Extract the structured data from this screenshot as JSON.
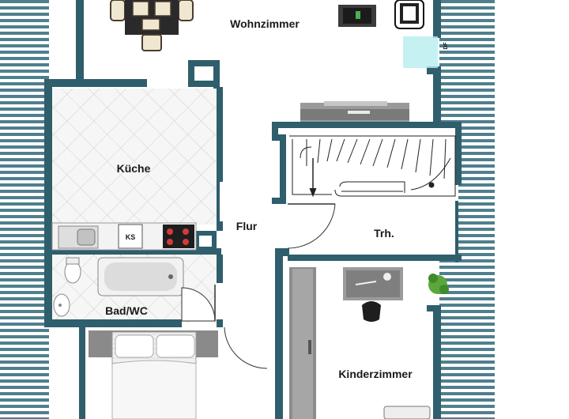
{
  "rooms": {
    "wohnzimmer": "Wohnzimmer",
    "kueche": "Küche",
    "flur": "Flur",
    "treppenhaus": "Trh.",
    "bad": "Bad/WC",
    "kinderzimmer": "Kinderzimmer"
  },
  "fixtures": {
    "fridge": "KS",
    "window_marker": "DF"
  },
  "colors": {
    "wall": "#2f5e6c",
    "floor": "#ffffff",
    "roof_slope": "#4a7a88",
    "tile_line": "#c9c9c9",
    "furniture_grey": "#8a8a8a"
  }
}
